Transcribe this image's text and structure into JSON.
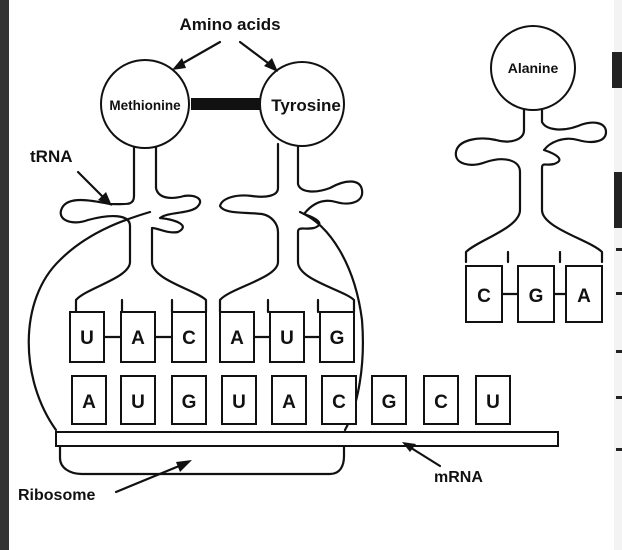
{
  "labels": {
    "amino_acids": "Amino acids",
    "trna": "tRNA",
    "ribosome": "Ribosome",
    "mrna": "mRNA"
  },
  "amino_acids": [
    {
      "id": "met",
      "name": "Methionine",
      "anticodon": [
        "U",
        "A",
        "C"
      ]
    },
    {
      "id": "tyr",
      "name": "Tyrosine",
      "anticodon": [
        "A",
        "U",
        "G"
      ]
    },
    {
      "id": "ala",
      "name": "Alanine",
      "anticodon": [
        "C",
        "G",
        "A"
      ]
    }
  ],
  "mrna_codons": [
    "A",
    "U",
    "G",
    "U",
    "A",
    "C",
    "G",
    "C",
    "U"
  ]
}
